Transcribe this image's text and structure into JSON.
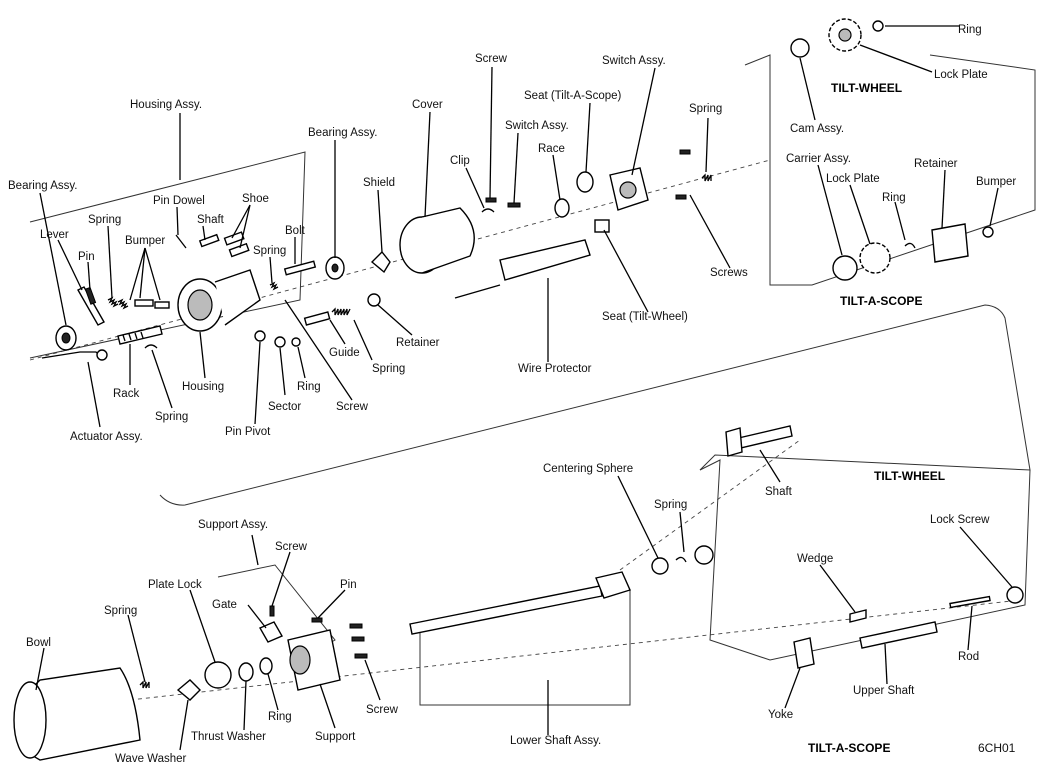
{
  "labels": {
    "housing_assy": "Housing Assy.",
    "bearing_assy_left": "Bearing Assy.",
    "bearing_assy_mid": "Bearing Assy.",
    "lever": "Lever",
    "pin": "Pin",
    "spring_upper_left": "Spring",
    "bumper": "Bumper",
    "pin_dowel": "Pin Dowel",
    "shaft_top": "Shaft",
    "shoe": "Shoe",
    "spring_mid": "Spring",
    "bolt": "Bolt",
    "shield": "Shield",
    "cover": "Cover",
    "clip": "Clip",
    "screw_top": "Screw",
    "switch_assy_small": "Switch Assy.",
    "race": "Race",
    "seat_tilt_a_scope": "Seat (Tilt-A-Scope)",
    "switch_assy": "Switch Assy.",
    "spring_right": "Spring",
    "screws": "Screws",
    "seat_tilt_wheel": "Seat (Tilt-Wheel)",
    "wire_protector": "Wire Protector",
    "retainer_mid": "Retainer",
    "guide": "Guide",
    "spring_guide": "Spring",
    "screw_mid": "Screw",
    "ring_mid": "Ring",
    "sector": "Sector",
    "pin_pivot": "Pin Pivot",
    "housing": "Housing",
    "spring_rack": "Spring",
    "rack": "Rack",
    "actuator_assy": "Actuator Assy.",
    "ring_tw": "Ring",
    "lock_plate_tw": "Lock Plate",
    "tilt_wheel_top": "TILT-WHEEL",
    "cam_assy": "Cam Assy.",
    "carrier_assy": "Carrier Assy.",
    "lock_plate_ts": "Lock Plate",
    "retainer_ts": "Retainer",
    "ring_ts": "Ring",
    "bumper_ts": "Bumper",
    "tilt_a_scope_top": "TILT-A-SCOPE",
    "centering_sphere": "Centering Sphere",
    "spring_sphere": "Spring",
    "shaft_lower": "Shaft",
    "tilt_wheel_bottom": "TILT-WHEEL",
    "lock_screw": "Lock Screw",
    "wedge": "Wedge",
    "rod": "Rod",
    "yoke": "Yoke",
    "upper_shaft": "Upper Shaft",
    "tilt_a_scope_bottom": "TILT-A-SCOPE",
    "figure_code": "6CH01",
    "support_assy": "Support Assy.",
    "screw_support_top": "Screw",
    "pin_support": "Pin",
    "plate_lock": "Plate Lock",
    "gate": "Gate",
    "spring_bowl": "Spring",
    "bowl": "Bowl",
    "wave_washer": "Wave Washer",
    "thrust_washer": "Thrust Washer",
    "ring_support": "Ring",
    "support": "Support",
    "screw_support_bottom": "Screw",
    "lower_shaft_assy": "Lower Shaft Assy."
  }
}
